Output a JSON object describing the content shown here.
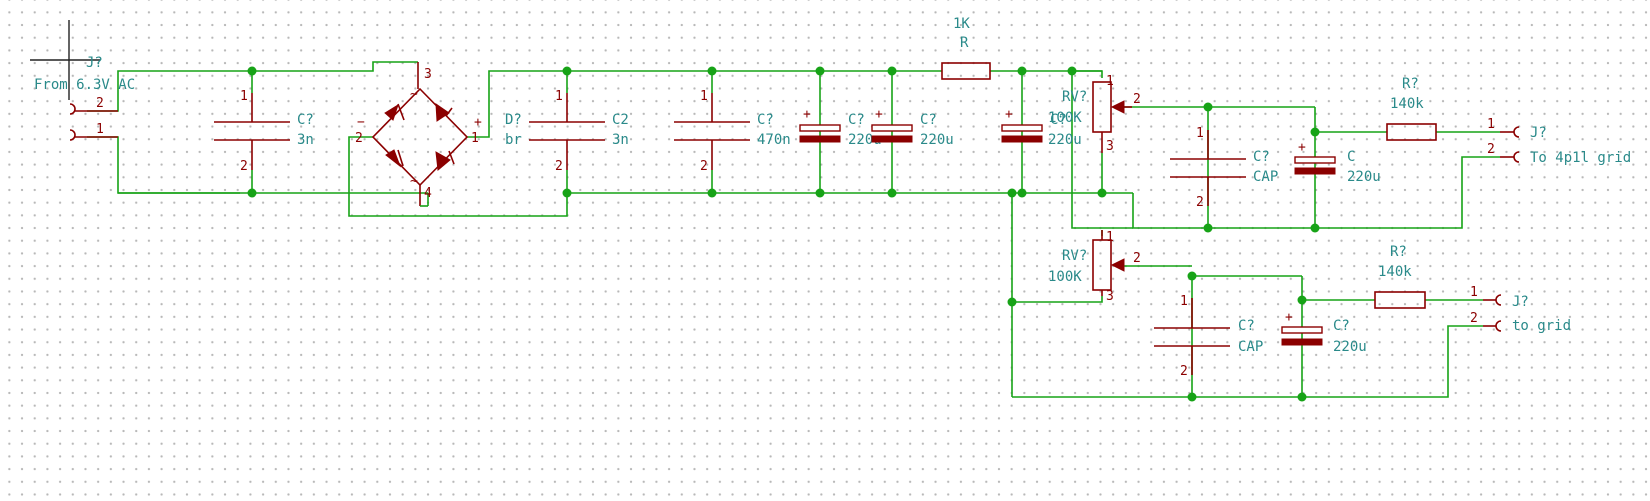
{
  "labels": {
    "j1_ref": "J?",
    "j1_value": "From 6.3V AC",
    "c1_ref": "C?",
    "c1_value": "3n",
    "d1_ref": "D?",
    "d1_value": "br",
    "c2_ref": "C2",
    "c2_value": "3n",
    "c3_ref": "C?",
    "c3_value": "470n",
    "c4_ref": "C?",
    "c4_value": "220u",
    "c5_ref": "C?",
    "c5_value": "220u",
    "r1_ref": "R",
    "r1_value": "1K",
    "c6_ref": "C?",
    "c6_value": "220u",
    "rv1_ref": "RV?",
    "rv1_value": "100K",
    "c7_ref": "C?",
    "c7_value": "CAP",
    "c8_ref": "C",
    "c8_value": "220u",
    "r2_ref": "R?",
    "r2_value": "140k",
    "j2_ref": "J?",
    "j2_value": "To 4p1l grid",
    "rv2_ref": "RV?",
    "rv2_value": "100K",
    "c9_ref": "C?",
    "c9_value": "CAP",
    "c10_ref": "C?",
    "c10_value": "220u",
    "r3_ref": "R?",
    "r3_value": "140k",
    "j3_ref": "J?",
    "j3_value": "to grid"
  },
  "pins": {
    "one": "1",
    "two": "2",
    "three": "3",
    "four": "4",
    "plus": "+",
    "minus": "−",
    "tilde": "~"
  },
  "colors": {
    "wire": "#17a317",
    "component": "#8b0000",
    "label": "#2a8a8a",
    "grid": "#b8b8b8"
  }
}
